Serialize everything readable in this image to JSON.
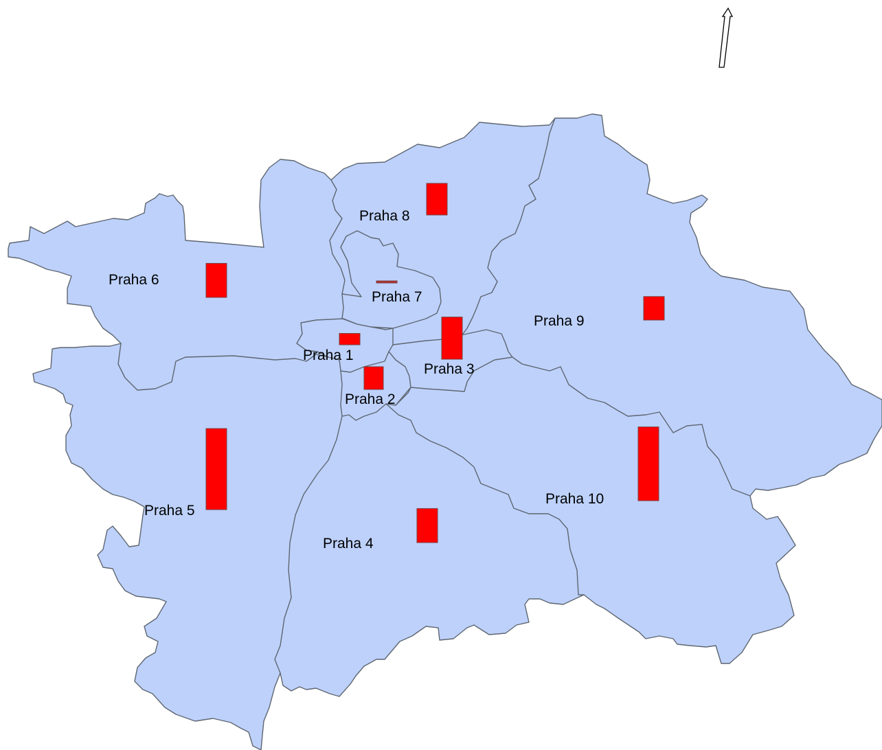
{
  "map": {
    "colors": {
      "land": "#bdd1fb",
      "boundary": "#5e6670",
      "bar": "#ff0000",
      "bar_thin": "#b03030"
    },
    "north_arrow_icon": "north-arrow-icon",
    "districts": [
      {
        "id": "praha-1",
        "label": "Praha 1",
        "bar_level": 0.14
      },
      {
        "id": "praha-2",
        "label": "Praha 2",
        "bar_level": 0.28
      },
      {
        "id": "praha-3",
        "label": "Praha 3",
        "bar_level": 0.52
      },
      {
        "id": "praha-4",
        "label": "Praha 4",
        "bar_level": 0.42
      },
      {
        "id": "praha-5",
        "label": "Praha 5",
        "bar_level": 1.0
      },
      {
        "id": "praha-6",
        "label": "Praha 6",
        "bar_level": 0.42
      },
      {
        "id": "praha-7",
        "label": "Praha 7",
        "bar_level": 0.01
      },
      {
        "id": "praha-8",
        "label": "Praha 8",
        "bar_level": 0.39
      },
      {
        "id": "praha-9",
        "label": "Praha 9",
        "bar_level": 0.29
      },
      {
        "id": "praha-10",
        "label": "Praha 10",
        "bar_level": 0.91
      }
    ]
  }
}
